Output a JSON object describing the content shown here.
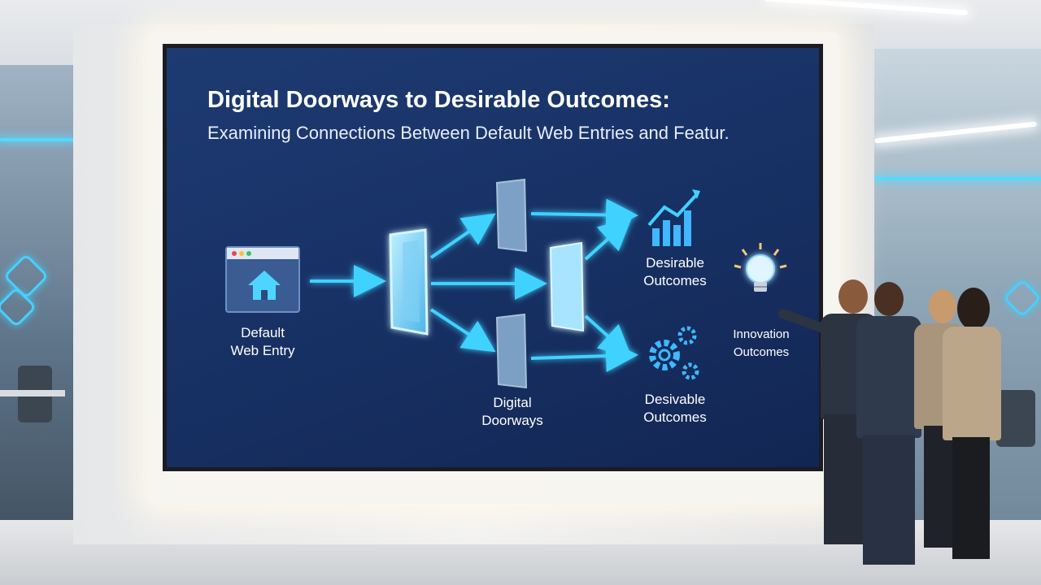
{
  "slide": {
    "title": "Digital Doorways to Desirable Outcomes:",
    "subtitle": "Examining Connections Between Default Web Entries and Featur."
  },
  "nodes": {
    "web_entry": "Default\nWeb Entry",
    "doorways": "Digital\nDoorways",
    "outcome_top": "Desirable\nOutcomes",
    "outcome_bottom": "Desivable\nOutcomes",
    "innovation": "Innovation\nOutcomes"
  },
  "icons": {
    "browser": "browser-window-icon",
    "home": "home-icon",
    "chart": "bar-chart-growth-icon",
    "gears": "gears-icon",
    "bulb": "lightbulb-icon"
  },
  "colors": {
    "screen_bg": "#173063",
    "accent": "#3fd2ff",
    "text": "#ffffff"
  }
}
